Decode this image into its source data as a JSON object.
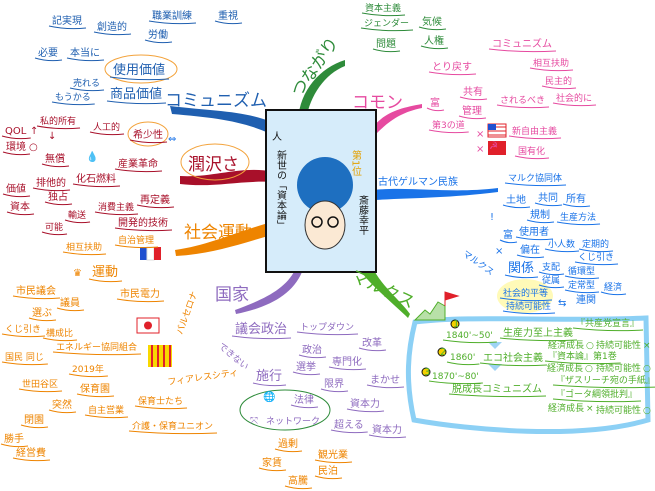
{
  "center": {
    "title_top": "人",
    "title_rest": "新世の「資本論」",
    "author": "斎藤幸平",
    "rank": "第1位"
  },
  "communism": {
    "label": "コミュニズム",
    "color": "#1f5fb0",
    "nodes": [
      "記実現",
      "創造的",
      "職業訓練",
      "重視",
      "労働",
      "必要",
      "本当に",
      "使用価値",
      "売れる",
      "もうかる",
      "商品価値"
    ]
  },
  "abundance": {
    "label": "潤沢さ",
    "color": "#a8102a",
    "nodes": [
      "QOL",
      "私的所有",
      "人工的",
      "希少性",
      "環境",
      "無償",
      "産業革命",
      "化石燃料",
      "排他的",
      "独占",
      "価値",
      "資本",
      "消費主義",
      "再定義",
      "開発的技術",
      "可能",
      "輸送"
    ]
  },
  "social": {
    "label": "社会運動",
    "color": "#ee8400",
    "nodes": [
      "相互扶助",
      "自治管理",
      "運動",
      "市民議会",
      "議員",
      "選ぶ",
      "くじ引き",
      "国民 同じ",
      "構成比",
      "市民電力",
      "エネルギー協同組合",
      "バルセロナ",
      "世田谷区",
      "2019年",
      "保育園",
      "突然",
      "閉園",
      "勝手",
      "経営費",
      "自主営業",
      "保育士たち",
      "介護・保育ユニオン",
      "フィアレスシティ",
      "過剰",
      "観光業",
      "民泊",
      "家賃",
      "高騰"
    ]
  },
  "state": {
    "label": "国家",
    "color": "#8e6bbf",
    "nodes": [
      "議会政治",
      "トップダウン",
      "改革",
      "できない",
      "政治",
      "選挙",
      "専門化",
      "まかせ",
      "施行",
      "限界",
      "資本力",
      "法律",
      "超える",
      "資本力"
    ],
    "network": "ネットワーク"
  },
  "connection": {
    "label": "つながり",
    "color": "#2e8b3a",
    "nodes": [
      "資本主義",
      "ジェンダー",
      "気候",
      "問題",
      "人権"
    ]
  },
  "common": {
    "label": "コモン",
    "color": "#e64aa0",
    "nodes": [
      "とり戻す",
      "コミュニズム",
      "富",
      "共有",
      "管理",
      "されるべき",
      "相互扶助",
      "民主的",
      "社会的に",
      "第3の道",
      "新自由主義",
      "国有化"
    ]
  },
  "german": {
    "label": "古代ゲルマン民族",
    "color": "#1a73e8",
    "nodes": [
      "マルク協同体",
      "土地",
      "共同",
      "所有",
      "規制",
      "生産方法",
      "使用者",
      "小人数",
      "定期的",
      "くじ引き",
      "富",
      "偏在",
      "関係",
      "支配",
      "従属",
      "循環型",
      "定常型",
      "経済",
      "マルクス",
      "社会的平等",
      "持続可能性"
    ],
    "link": "連関"
  },
  "marx": {
    "label": "マルクス",
    "color": "#4fae2a",
    "periods": [
      {
        "num": "1",
        "years": "1840'~50'",
        "stance": "生産力至上主義",
        "works": [
          "『共産党宣言』"
        ],
        "growth": "経済成長",
        "growth_mark": "○",
        "sustain": "持続可能性",
        "sustain_mark": "×"
      },
      {
        "num": "2",
        "years": "1860'",
        "stance": "エコ社会主義",
        "works": [
          "『資本論』第1巻"
        ],
        "growth": "経済成長",
        "growth_mark": "○",
        "sustain": "持続可能性",
        "sustain_mark": "○"
      },
      {
        "num": "3",
        "years": "1870'~80'",
        "stance": "脱成長コミュニズム",
        "works": [
          "『ザスリーチ宛の手紙』",
          "『ゴータ綱領批判』"
        ],
        "growth": "経済成長",
        "growth_mark": "×",
        "sustain": "持続可能性",
        "sustain_mark": "○"
      }
    ]
  }
}
